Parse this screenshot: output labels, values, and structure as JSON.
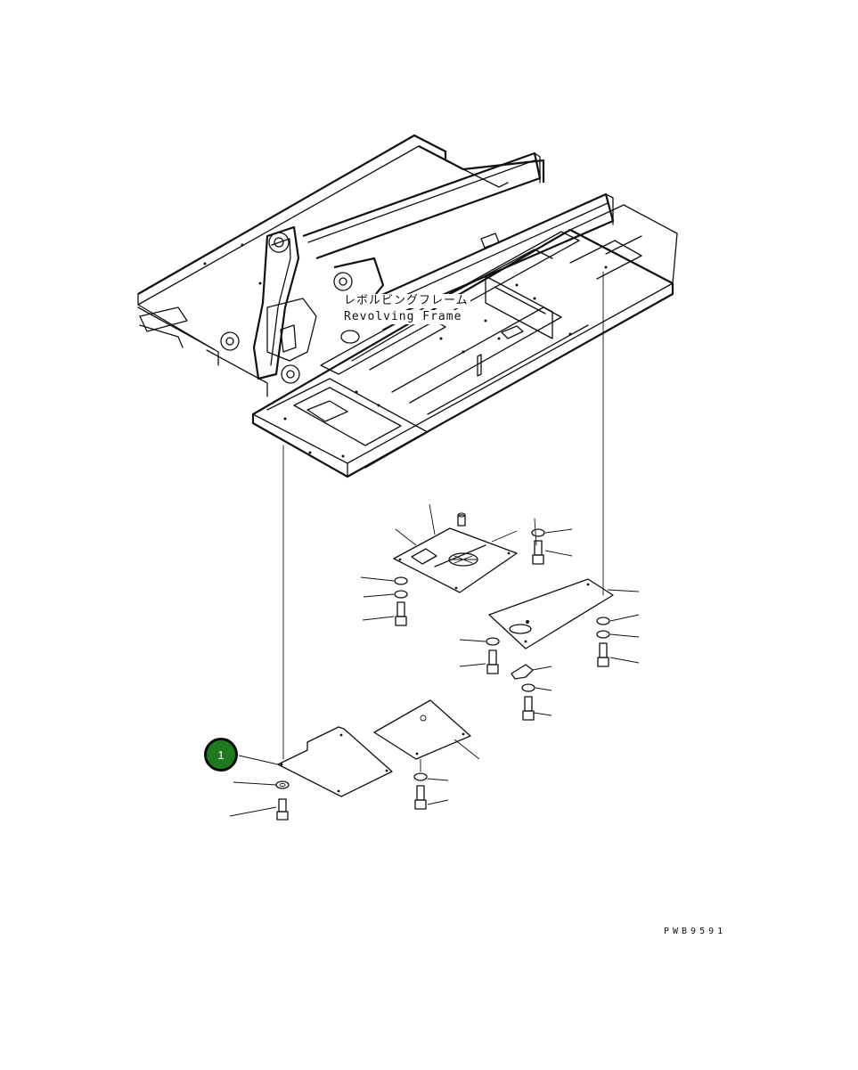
{
  "diagram": {
    "frame_label_ja": "レボルビングフレーム",
    "frame_label_en": "Revolving Frame",
    "drawing_id": "PWB9591",
    "callouts": [
      {
        "number": "1",
        "color": "#1f7a1f"
      }
    ],
    "icons": [
      "bolt-icon",
      "washer-icon",
      "cover-plate-icon"
    ]
  }
}
